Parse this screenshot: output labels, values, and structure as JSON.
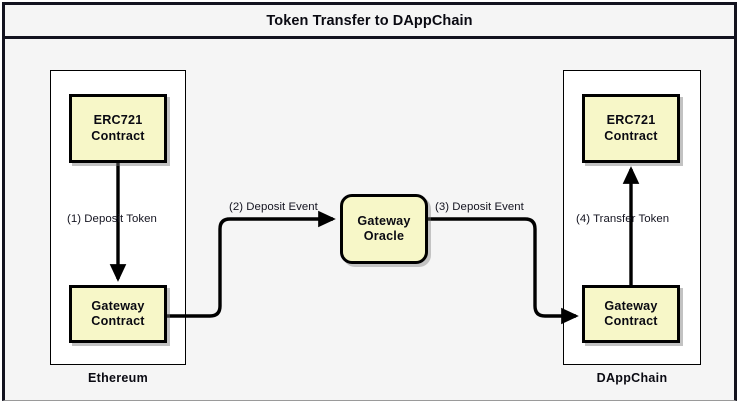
{
  "diagram": {
    "title": "Token Transfer to DAppChain",
    "background_color": "#f5f5f5",
    "node_fill_color": "#f7f7c8",
    "border_color": "#000000",
    "subgraphs": [
      {
        "id": "ethereum",
        "label": "Ethereum"
      },
      {
        "id": "dappchain",
        "label": "DAppChain"
      }
    ],
    "nodes": [
      {
        "id": "eth-erc721",
        "line1": "ERC721",
        "line2": "Contract",
        "shape": "rectangle"
      },
      {
        "id": "eth-gateway",
        "line1": "Gateway",
        "line2": "Contract",
        "shape": "rectangle"
      },
      {
        "id": "oracle",
        "line1": "Gateway",
        "line2": "Oracle",
        "shape": "rounded-rectangle"
      },
      {
        "id": "dapp-erc721",
        "line1": "ERC721",
        "line2": "Contract",
        "shape": "rectangle"
      },
      {
        "id": "dapp-gateway",
        "line1": "Gateway",
        "line2": "Contract",
        "shape": "rectangle"
      }
    ],
    "edges": [
      {
        "id": "edge-1",
        "label": "(1) Deposit Token",
        "from": "eth-erc721",
        "to": "eth-gateway"
      },
      {
        "id": "edge-2",
        "label": "(2) Deposit Event",
        "from": "eth-gateway",
        "to": "oracle"
      },
      {
        "id": "edge-3",
        "label": "(3) Deposit Event",
        "from": "oracle",
        "to": "dapp-gateway"
      },
      {
        "id": "edge-4",
        "label": "(4) Transfer Token",
        "from": "dapp-gateway",
        "to": "dapp-erc721"
      }
    ]
  }
}
